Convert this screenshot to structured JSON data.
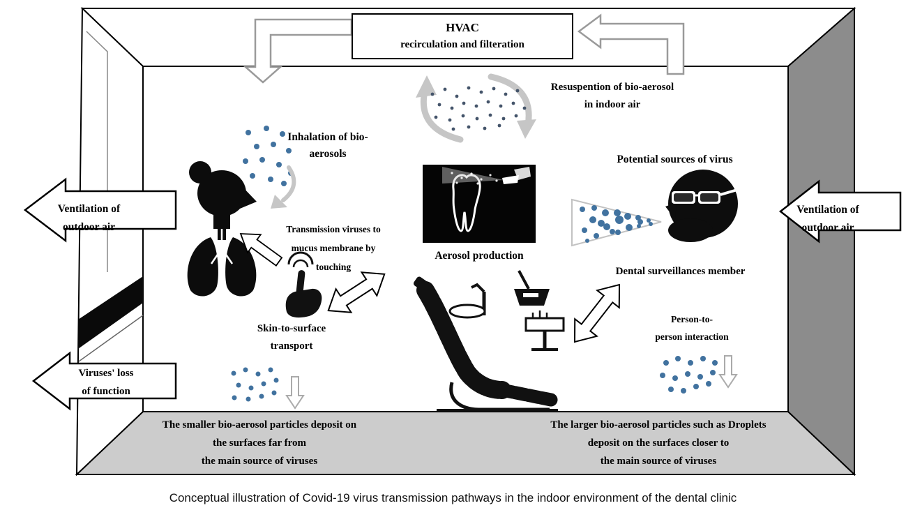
{
  "title_caption": "Conceptual illustration of Covid-19 virus transmission pathways in the indoor environment of the dental clinic",
  "hvac_box": {
    "title": "HVAC",
    "subtitle": "recirculation and filteration"
  },
  "labels": {
    "resuspension": {
      "lines": [
        "Resuspention of bio-aerosol",
        "in indoor air"
      ]
    },
    "inhalation": {
      "lines": [
        "Inhalation of bio-",
        "aerosols"
      ]
    },
    "ventilation_left": {
      "lines": [
        "Ventilation of",
        "outdoor air"
      ]
    },
    "ventilation_right": {
      "lines": [
        "Ventilation of",
        "outdoor air"
      ]
    },
    "transmission_touch": {
      "lines": [
        "Transmission viruses to",
        "mucus membrane by",
        "touching"
      ]
    },
    "aerosol_production": {
      "lines": [
        "Aerosol production"
      ]
    },
    "potential_sources": {
      "lines": [
        "Potential sources of virus"
      ]
    },
    "skin_to_surface": {
      "lines": [
        "Skin-to-surface",
        "transport"
      ]
    },
    "dental_member": {
      "lines": [
        "Dental surveillances member"
      ]
    },
    "person_interaction": {
      "lines": [
        "Person-to-",
        "person interaction"
      ]
    },
    "virus_loss": {
      "lines": [
        "Viruses' loss",
        "of function"
      ]
    },
    "smaller_particles": {
      "lines": [
        "The smaller bio-aerosol particles deposit on",
        "the surfaces far from",
        "the main source of viruses"
      ]
    },
    "larger_particles": {
      "lines": [
        "The larger bio-aerosol particles such as Droplets",
        "deposit on the surfaces closer to",
        "the main source of viruses"
      ]
    }
  },
  "icons": {
    "woman_inhaling": "woman-head-with-lungs-silhouette",
    "hand_touch": "finger-touch-icon",
    "tooth_spray": "dental-aerosol-spray-image",
    "dental_chair": "dental-chair-illustration",
    "dentist_face": "bearded-dentist-face-silhouette",
    "recirculation": "circular-recirculation-arrows"
  },
  "colors": {
    "aerosol_dot": "#41729f",
    "resuspension_dot": "#44546a",
    "right_wall": "#8c8c8c",
    "floor": "#cccccc",
    "arrow_outline": "#9a9a9a",
    "text": "#000000"
  }
}
